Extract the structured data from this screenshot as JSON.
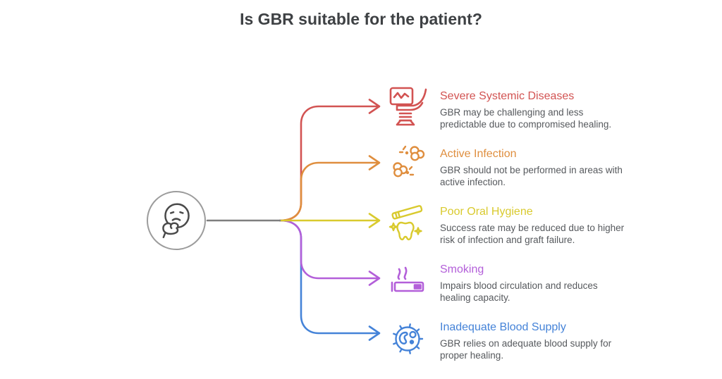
{
  "title": "Is GBR suitable for the patient?",
  "colors": {
    "title_text": "#3e4144",
    "body_text": "#56595d",
    "connector_gray": "#7e7e7e",
    "circle_stroke": "#9c9c9c",
    "face_stroke": "#4a4a4a"
  },
  "center": {
    "icon": "thinking-face-icon"
  },
  "items": [
    {
      "label": "Severe Systemic Diseases",
      "description": "GBR may be challenging and less predictable due to compromised healing.",
      "color": "#d25352",
      "icon": "dental-chair-icon"
    },
    {
      "label": "Active Infection",
      "description": "GBR should not be performed in areas with active infection.",
      "color": "#df8e3e",
      "icon": "germs-icon"
    },
    {
      "label": "Poor Oral Hygiene",
      "description": "Success rate may be reduced due to higher risk of infection and graft failure.",
      "color": "#d9ca2e",
      "icon": "tooth-hygiene-icon"
    },
    {
      "label": "Smoking",
      "description": "Impairs blood circulation and reduces healing capacity.",
      "color": "#b35fd9",
      "icon": "cigarette-icon"
    },
    {
      "label": "Inadequate Blood Supply",
      "description": "GBR relies on adequate blood supply for proper healing.",
      "color": "#4583d8",
      "icon": "blood-cell-icon"
    }
  ]
}
